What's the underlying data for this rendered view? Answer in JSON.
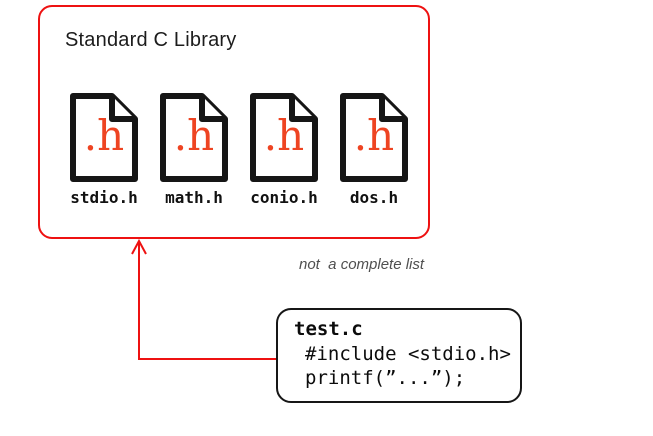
{
  "library": {
    "title": "Standard C Library",
    "icon_glyph": ".h",
    "files": [
      {
        "label": "stdio.h"
      },
      {
        "label": "math.h"
      },
      {
        "label": "conio.h"
      },
      {
        "label": "dos.h"
      }
    ]
  },
  "note": "not  a complete list",
  "test_file": {
    "name": "test.c",
    "code_lines": [
      "#include <stdio.h>",
      "printf(”...”);"
    ]
  },
  "colors": {
    "library_border": "#ee1111",
    "arrow": "#ee1111",
    "file_glyph": "#ee4422",
    "icon_stroke": "#161616",
    "test_box_border": "#161616",
    "note_text": "#4f4f4f",
    "title_text": "#1c1c1c"
  }
}
